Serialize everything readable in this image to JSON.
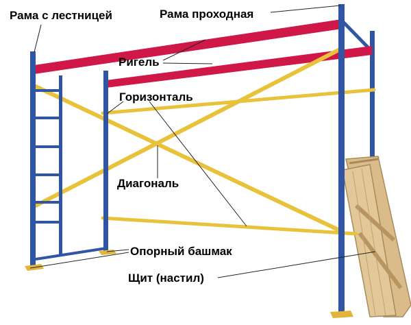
{
  "labels": {
    "ladder_frame": "Рама с лестницей",
    "walkthrough_frame": "Рама проходная",
    "crossbar": "Ригель",
    "horizontal": "Горизонталь",
    "diagonal": "Диагональ",
    "base_plate": "Опорный башмак",
    "board": "Щит (настил)"
  },
  "colors": {
    "frame_blue": "#2f55a4",
    "frame_blue_dark": "#1f3d80",
    "crossbar_red": "#d01848",
    "brace_yellow": "#e8c23a",
    "brace_yellow_dark": "#bf9a1e",
    "plate_gold": "#e2b43a",
    "wood": "#d9bc8a",
    "wood_dark": "#a88a5a",
    "leader": "#222222"
  }
}
